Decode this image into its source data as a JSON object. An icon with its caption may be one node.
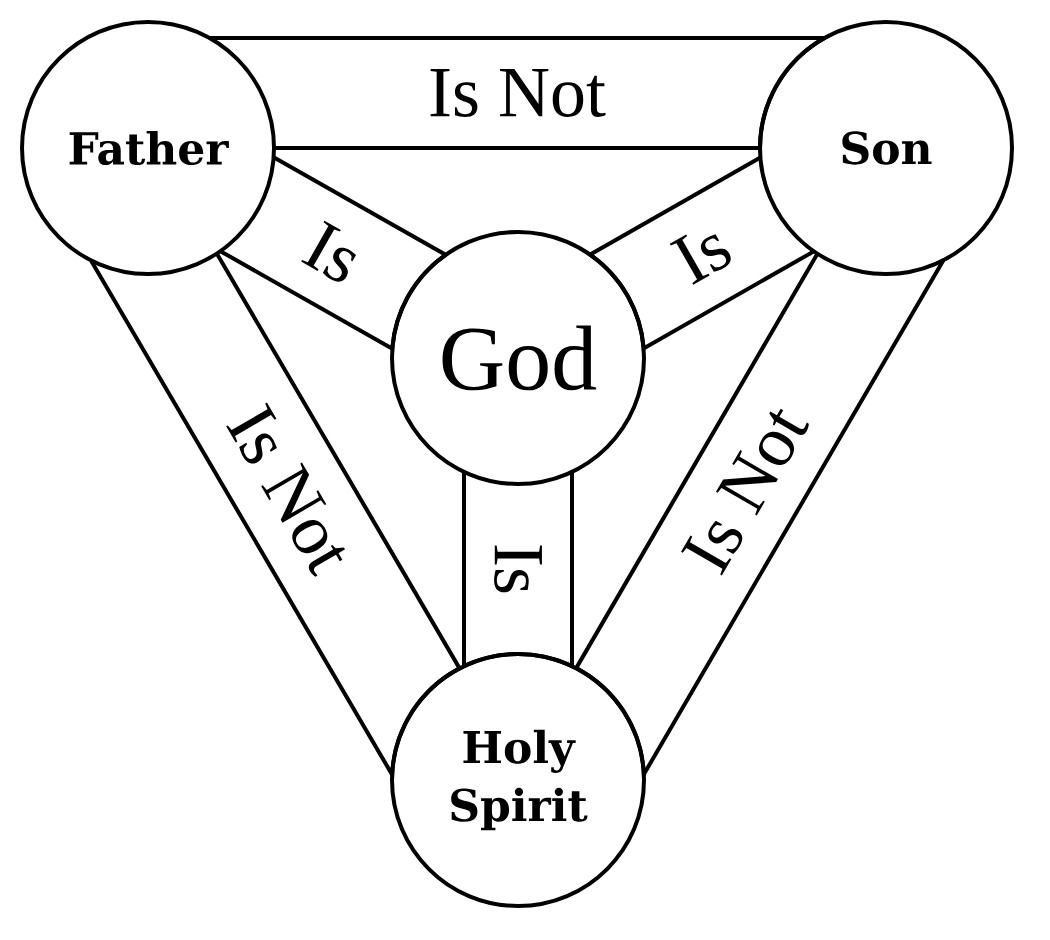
{
  "diagram": {
    "nodes": [
      {
        "text": [
          "Father"
        ]
      },
      {
        "text": [
          "Son"
        ]
      },
      {
        "text": [
          "God"
        ]
      },
      {
        "text": [
          "Holy Spirit"
        ]
      }
    ],
    "edges": [
      {
        "from": 0,
        "to": 1,
        "label": "Is Not",
        "arrow": "none"
      },
      {
        "from": 0,
        "to": 2,
        "label": "Is",
        "arrow": "none"
      },
      {
        "from": 1,
        "to": 2,
        "label": "Is",
        "arrow": "none"
      },
      {
        "from": 2,
        "to": 3,
        "label": "Is",
        "arrow": "none"
      },
      {
        "from": 0,
        "to": 3,
        "label": "Is Not",
        "arrow": "none"
      },
      {
        "from": 1,
        "to": 3,
        "label": "Is Not",
        "arrow": "none"
      }
    ]
  }
}
